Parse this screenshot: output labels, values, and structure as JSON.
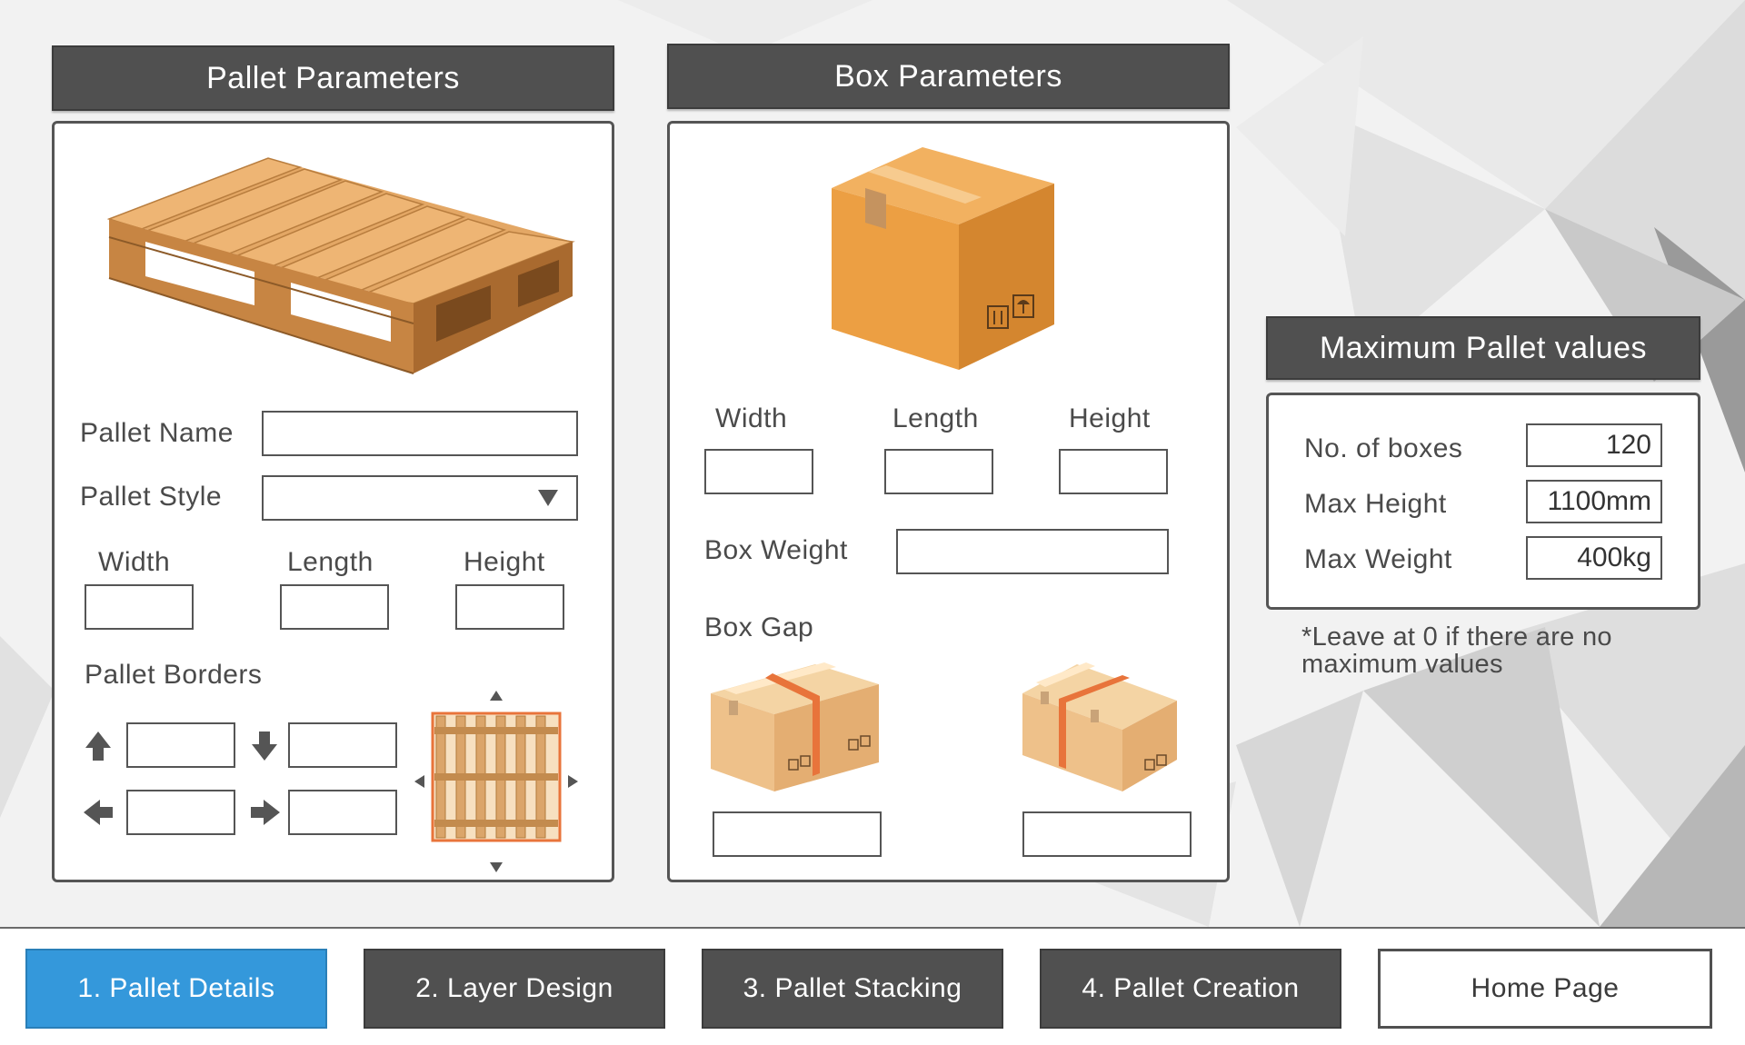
{
  "pallet_panel": {
    "title": "Pallet Parameters",
    "name_label": "Pallet Name",
    "name_value": "",
    "style_label": "Pallet Style",
    "style_value": "",
    "width_label": "Width",
    "length_label": "Length",
    "height_label": "Height",
    "borders_label": "Pallet Borders"
  },
  "box_panel": {
    "title": "Box Parameters",
    "width_label": "Width",
    "length_label": "Length",
    "height_label": "Height",
    "weight_label": "Box Weight",
    "gap_label": "Box Gap"
  },
  "max_panel": {
    "title": "Maximum Pallet values",
    "boxes_label": "No. of boxes",
    "boxes_value": "120",
    "height_label": "Max Height",
    "height_value": "1100mm",
    "weight_label": "Max Weight",
    "weight_value": "400kg",
    "note": "*Leave at 0 if there are no maximum values"
  },
  "nav": {
    "tabs": [
      {
        "label": "1. Pallet Details",
        "active": true
      },
      {
        "label": "2. Layer Design",
        "active": false
      },
      {
        "label": "3. Pallet Stacking",
        "active": false
      },
      {
        "label": "4. Pallet Creation",
        "active": false
      }
    ],
    "home": "Home Page"
  },
  "colors": {
    "header_bg": "#505050",
    "active_tab": "#3498db",
    "box_orange": "#e39a3c",
    "wood": "#e0a25e",
    "tape_red": "#e8743b"
  },
  "icons": [
    "pallet-image",
    "box-image",
    "arrow-up-icon",
    "arrow-down-icon",
    "arrow-left-icon",
    "arrow-right-icon",
    "pallet-top-view-icon",
    "box-gap-image"
  ]
}
